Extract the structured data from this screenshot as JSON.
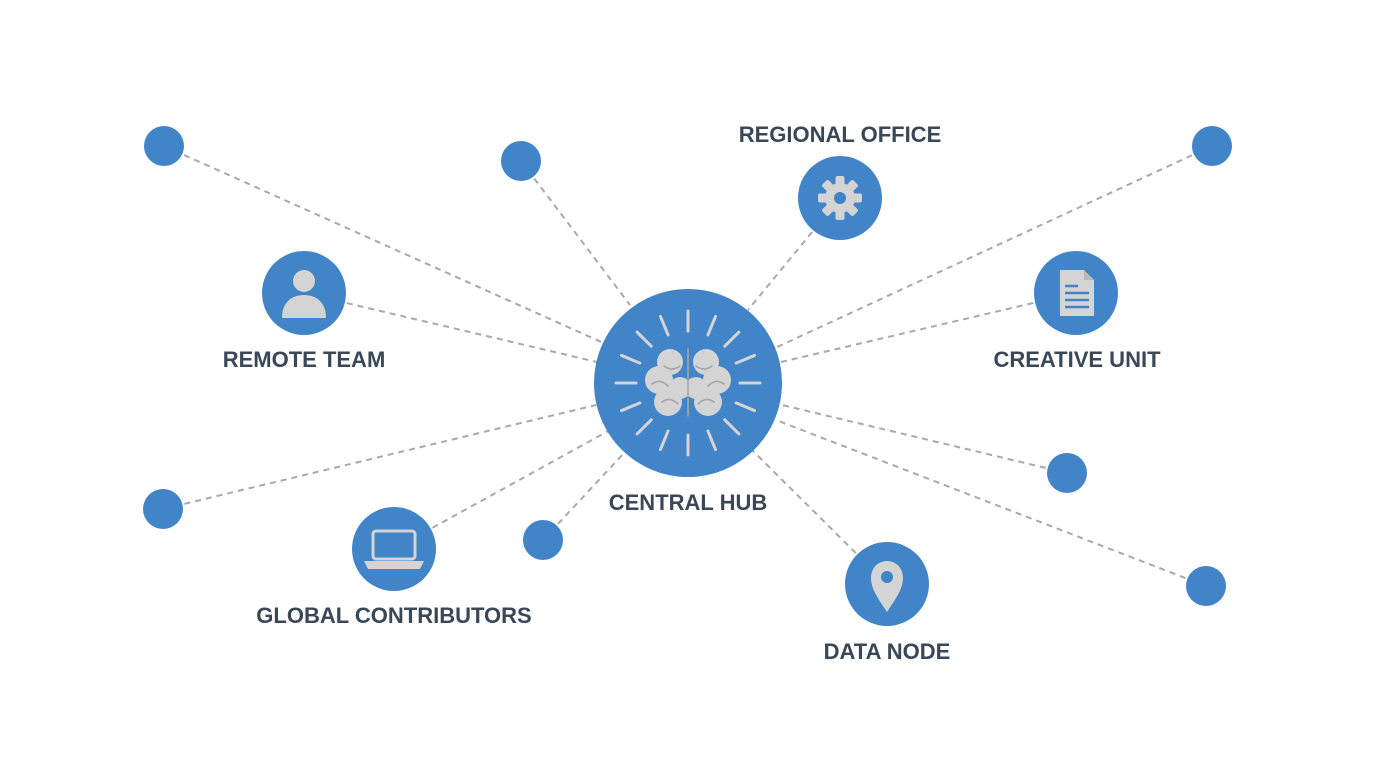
{
  "diagram": {
    "hub": {
      "label": "CENTRAL HUB",
      "icon": "brain-icon"
    },
    "nodes": {
      "regional_office": {
        "label": "REGIONAL OFFICE",
        "icon": "gear-icon"
      },
      "remote_team": {
        "label": "REMOTE TEAM",
        "icon": "user-icon"
      },
      "creative_unit": {
        "label": "CREATIVE UNIT",
        "icon": "document-icon"
      },
      "global_contributors": {
        "label": "GLOBAL CONTRIBUTORS",
        "icon": "laptop-icon"
      },
      "data_node": {
        "label": "DATA NODE",
        "icon": "map-pin-icon"
      }
    },
    "colors": {
      "node": "#4184c7",
      "icon": "#d4d4d4",
      "label": "#3a4757",
      "connector": "#a9a9a9"
    }
  }
}
